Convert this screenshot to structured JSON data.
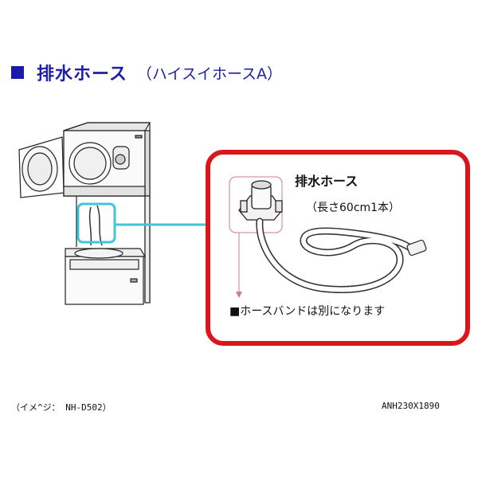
{
  "title": {
    "main": "排水ホース",
    "sub": "（ハイスイホースA）",
    "square_color": "#1a1aa8",
    "text_color": "#1f1fa6"
  },
  "callout": {
    "border_color": "#d9161b",
    "highlight_color": "#3ec7d8",
    "hose_title": "排水ホース",
    "hose_qty": "（長さ60cm1本）",
    "hose_note": "■ホースバンドは別になります"
  },
  "footer": {
    "caption": "（イメ^ジ： NH-D502）",
    "code": "ANH230X1890"
  }
}
